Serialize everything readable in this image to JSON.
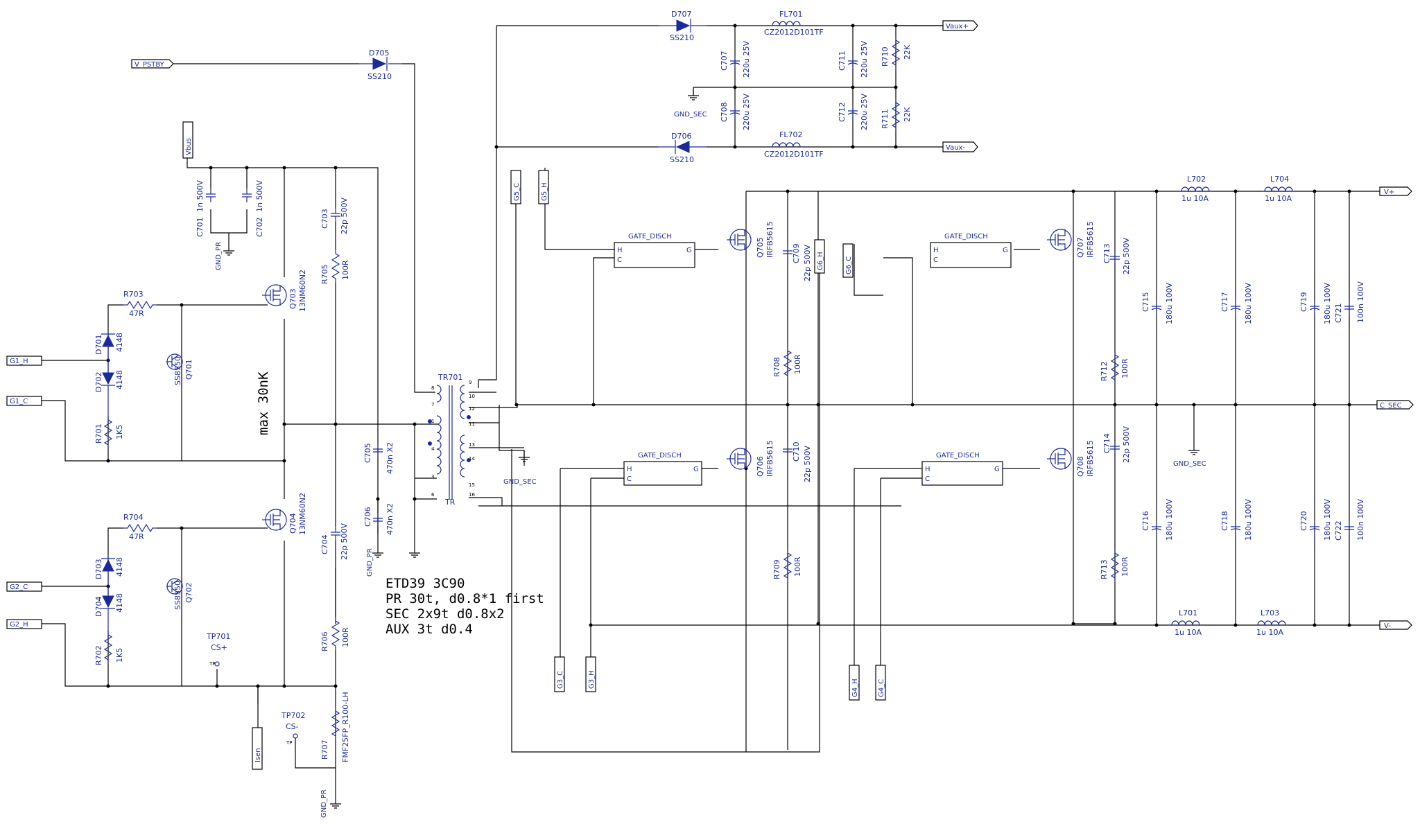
{
  "rails": {
    "v_pstby": "V_PSTBY",
    "vbus": "Vbus",
    "vaux_pos": "Vaux+",
    "vaux_neg": "Vaux-",
    "v_pos": "V+",
    "v_neg": "V-",
    "c_sec": "C_SEC",
    "isen": "Isen",
    "gnd_sec": "GND_SEC",
    "gnd_pr": "GND_PR"
  },
  "gate_inputs": {
    "g1_h": "G1_H",
    "g1_c": "G1_C",
    "g2_c": "G2_C",
    "g2_h": "G2_H",
    "g3_c": "G3_C",
    "g3_h": "G3_H",
    "g4_h": "G4_H",
    "g4_c": "G4_C",
    "g5_c": "G5_C",
    "g5_h": "G5_H",
    "g6_c": "G6_C",
    "g6_h": "G6_H"
  },
  "gate_disch": {
    "name": "GATE_DISCH",
    "pin_h": "H",
    "pin_c": "C",
    "pin_g": "G"
  },
  "diodes": {
    "d701": {
      "ref": "D701",
      "val": "4148"
    },
    "d702": {
      "ref": "D702",
      "val": "4148"
    },
    "d703": {
      "ref": "D703",
      "val": "4148"
    },
    "d704": {
      "ref": "D704",
      "val": "4148"
    },
    "d705": {
      "ref": "D705",
      "val": "SS210"
    },
    "d706": {
      "ref": "D706",
      "val": "SS210"
    },
    "d707": {
      "ref": "D707",
      "val": "SS210"
    }
  },
  "resistors": {
    "r701": {
      "ref": "R701",
      "val": "1K5"
    },
    "r702": {
      "ref": "R702",
      "val": "1K5"
    },
    "r703": {
      "ref": "R703",
      "val": "47R"
    },
    "r704": {
      "ref": "R704",
      "val": "47R"
    },
    "r705": {
      "ref": "R705",
      "val": "100R"
    },
    "r706": {
      "ref": "R706",
      "val": "100R"
    },
    "r707": {
      "ref": "R707",
      "val": "FMF25FP_R100-LH"
    },
    "r708": {
      "ref": "R708",
      "val": "100R"
    },
    "r709": {
      "ref": "R709",
      "val": "100R"
    },
    "r710": {
      "ref": "R710",
      "val": "22K"
    },
    "r711": {
      "ref": "R711",
      "val": "22K"
    },
    "r712": {
      "ref": "R712",
      "val": "100R"
    },
    "r713": {
      "ref": "R713",
      "val": "100R"
    }
  },
  "capacitors": {
    "c701": {
      "ref": "C701",
      "val": "1n 500V"
    },
    "c702": {
      "ref": "C702",
      "val": "1n 500V"
    },
    "c703": {
      "ref": "C703",
      "val": "22p 500V"
    },
    "c704": {
      "ref": "C704",
      "val": "22p 500V"
    },
    "c705": {
      "ref": "C705",
      "val": "470n X2"
    },
    "c706": {
      "ref": "C706",
      "val": "470n X2"
    },
    "c707": {
      "ref": "C707",
      "val": "220u 25V"
    },
    "c708": {
      "ref": "C708",
      "val": "220u 25V"
    },
    "c709": {
      "ref": "C709",
      "val": "22p 500V"
    },
    "c710": {
      "ref": "C710",
      "val": "22p 500V"
    },
    "c711": {
      "ref": "C711",
      "val": "220u 25V"
    },
    "c712": {
      "ref": "C712",
      "val": "220u 25V"
    },
    "c713": {
      "ref": "C713",
      "val": "22p 500V"
    },
    "c714": {
      "ref": "C714",
      "val": "22p 500V"
    },
    "c715": {
      "ref": "C715",
      "val": "180u 100V"
    },
    "c716": {
      "ref": "C716",
      "val": "180u 100V"
    },
    "c717": {
      "ref": "C717",
      "val": "180u 100V"
    },
    "c718": {
      "ref": "C718",
      "val": "180u 100V"
    },
    "c719": {
      "ref": "C719",
      "val": "180u 100V"
    },
    "c720": {
      "ref": "C720",
      "val": "180u 100V"
    },
    "c721": {
      "ref": "C721",
      "val": "100n 100V"
    },
    "c722": {
      "ref": "C722",
      "val": "100n 100V"
    }
  },
  "transistors": {
    "q701": {
      "ref": "Q701",
      "val": "SS8550"
    },
    "q702": {
      "ref": "Q702",
      "val": "SS8550"
    },
    "q703": {
      "ref": "Q703",
      "val": "13NM60N2"
    },
    "q704": {
      "ref": "Q704",
      "val": "13NM60N2"
    },
    "q705": {
      "ref": "Q705",
      "val": "IRFB5615"
    },
    "q706": {
      "ref": "Q706",
      "val": "IRFB5615"
    },
    "q707": {
      "ref": "Q707",
      "val": "IRFB5615"
    },
    "q708": {
      "ref": "Q708",
      "val": "IRFB5615"
    }
  },
  "inductors": {
    "fl701": {
      "ref": "FL701",
      "val": "CZ2012D101TF"
    },
    "fl702": {
      "ref": "FL702",
      "val": "CZ2012D101TF"
    },
    "l701": {
      "ref": "L701",
      "val": "1u 10A"
    },
    "l702": {
      "ref": "L702",
      "val": "1u 10A"
    },
    "l703": {
      "ref": "L703",
      "val": "1u 10A"
    },
    "l704": {
      "ref": "L704",
      "val": "1u 10A"
    }
  },
  "transformer": {
    "ref": "TR701",
    "sub": "TR"
  },
  "testpoints": {
    "tp701": {
      "ref": "TP701",
      "val": "CS+",
      "pin": "TP"
    },
    "tp702": {
      "ref": "TP702",
      "val": "CS-",
      "pin": "TP"
    }
  },
  "notes": {
    "max_cap": "max 30nK",
    "core": "ETD39 3C90",
    "primary": "PR 30t, d0.8*1 first",
    "secondary": "SEC 2x9t d0.8x2",
    "aux": "AUX 3t d0.4"
  }
}
